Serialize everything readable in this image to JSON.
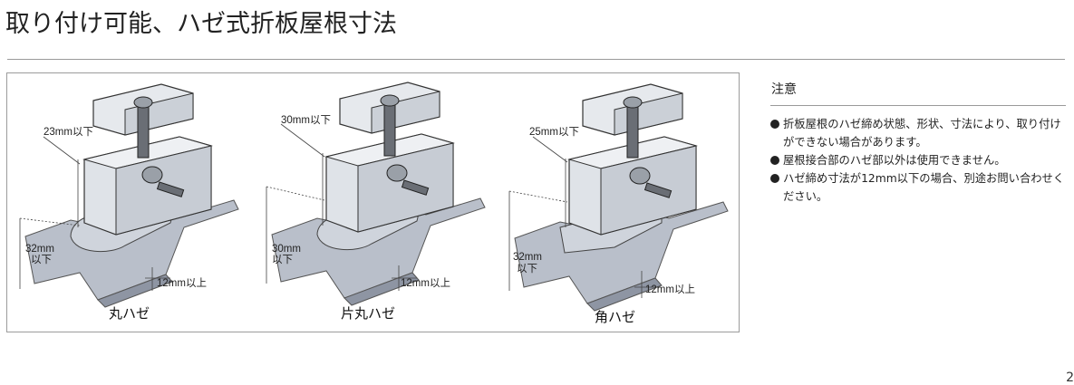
{
  "page": {
    "title": "取り付け可能、ハゼ式折板屋根寸法",
    "page_number": "2"
  },
  "figures": [
    {
      "caption": "丸ハゼ",
      "top_dim": "23mm以下",
      "height_dim_value": "32mm",
      "height_dim_suffix": "以下",
      "bottom_dim": "12mm以上"
    },
    {
      "caption": "片丸ハゼ",
      "top_dim": "30mm以下",
      "height_dim_value": "30mm",
      "height_dim_suffix": "以下",
      "bottom_dim": "12mm以上"
    },
    {
      "caption": "角ハゼ",
      "top_dim": "25mm以下",
      "height_dim_value": "32mm",
      "height_dim_suffix": "以下",
      "bottom_dim": "12mm以上"
    }
  ],
  "notes": {
    "title": "注意",
    "items": [
      "折板屋根のハゼ締め状態、形状、寸法により、取り付けができない場合があります。",
      "屋根接合部のハゼ部以外は使用できません。",
      "ハゼ締め寸法が12mm以下の場合、別途お問い合わせください。"
    ]
  }
}
